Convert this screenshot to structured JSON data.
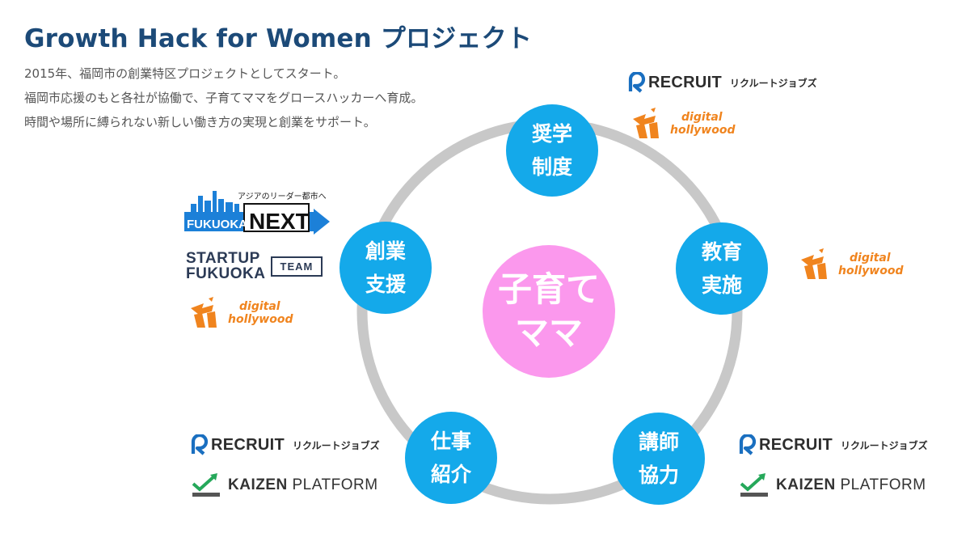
{
  "header": {
    "title": "Growth Hack for Women プロジェクト",
    "lines": [
      "2015年、福岡市の創業特区プロジェクトとしてスタート。",
      "福岡市応援のもと各社が協働で、子育てママをグロースハッカーへ育成。",
      "時間や場所に縛られない新しい働き方の実現と創業をサポート。"
    ]
  },
  "diagram": {
    "center": {
      "line1": "子育て",
      "line2": "ママ"
    },
    "nodes": {
      "scholarship": {
        "line1": "奨学",
        "line2": "制度"
      },
      "education": {
        "line1": "教育",
        "line2": "実施"
      },
      "instructor": {
        "line1": "講師",
        "line2": "協力"
      },
      "job": {
        "line1": "仕事",
        "line2": "紹介"
      },
      "startup": {
        "line1": "創業",
        "line2": "支援"
      }
    },
    "colors": {
      "node": "#14a9ea",
      "center": "#fb98ed",
      "ring": "#c8c8c8"
    }
  },
  "logos": {
    "recruit": {
      "word": "RECRUIT",
      "jp": "リクルートジョブズ",
      "color": "#1a6fc0"
    },
    "digital_hollywood": {
      "line1": "digital",
      "line2": "hollywood",
      "color": "#f0841e"
    },
    "kaizen": {
      "word_bold": "KAIZEN",
      "word_rest": " PLATFORM",
      "color": "#25a85a"
    },
    "fukuoka_next": {
      "tagline": "アジアのリーダー都市へ",
      "word1": "FUKUOKA",
      "word2": "NEXT",
      "color": "#1c80d8"
    },
    "startup_fukuoka": {
      "line1": "STARTUP",
      "line2": "FUKUOKA",
      "team": "TEAM"
    }
  }
}
